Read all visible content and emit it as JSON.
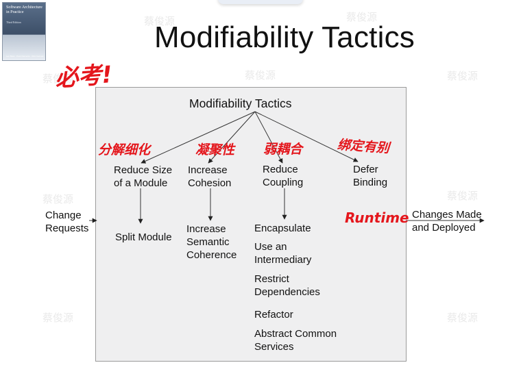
{
  "slide_title": "Modifiability Tactics",
  "book_cover": {
    "title": "Software Architecture in Practice",
    "edition": "Third Edition",
    "authors": "Len Bass · Paul Clements · Rick Kazman"
  },
  "annotations": {
    "must_test": "必考!",
    "split": "分解细化",
    "cohesion": "凝聚性",
    "coupling": "弱耦合",
    "binding": "绑定有别",
    "runtime": "Runtime"
  },
  "watermark": "蔡俊源",
  "diagram": {
    "root": "Modifiability Tactics",
    "input": [
      "Change",
      "Requests"
    ],
    "output": [
      "Changes Made",
      "and Deployed"
    ],
    "categories": [
      {
        "label": [
          "Reduce Size",
          "of a Module"
        ],
        "tactics": [
          "Split Module"
        ]
      },
      {
        "label": [
          "Increase",
          "Cohesion"
        ],
        "tactics": [
          [
            "Increase",
            "Semantic",
            "Coherence"
          ]
        ]
      },
      {
        "label": [
          "Reduce",
          "Coupling"
        ],
        "tactics": [
          [
            "Encapsulate"
          ],
          [
            "Use an",
            "Intermediary"
          ],
          [
            "Restrict",
            "Dependencies"
          ],
          [
            "Refactor"
          ],
          [
            "Abstract Common",
            "Services"
          ]
        ]
      },
      {
        "label": [
          "Defer",
          "Binding"
        ],
        "tactics": []
      }
    ]
  }
}
